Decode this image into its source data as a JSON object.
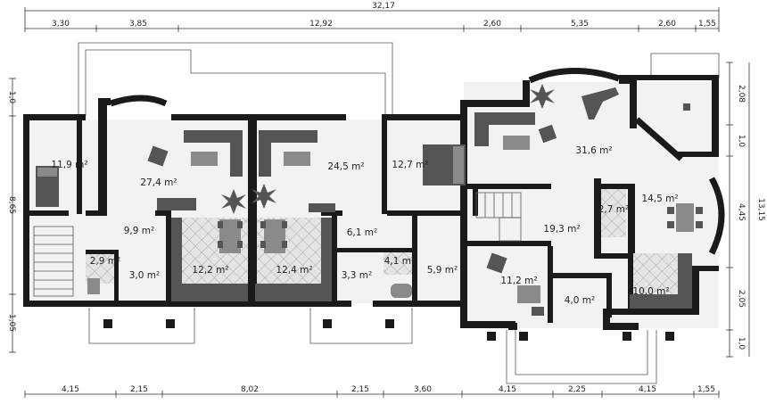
{
  "total_width": "32,17",
  "top_dims": [
    "3,30",
    "3,85",
    "12,92",
    "2,60",
    "5,35",
    "2,60",
    "1,55"
  ],
  "bottom_dims": [
    "4,15",
    "2,15",
    "8,02",
    "2,15",
    "3,60",
    "4,15",
    "2,25",
    "4,15",
    "1,55"
  ],
  "left_dims": [
    "1,0",
    "8,65",
    "1,05"
  ],
  "right_total": "13,15",
  "right_dims": [
    "2,08",
    "1,0",
    "4,45",
    "2,05",
    "1,0"
  ],
  "rooms": [
    {
      "id": "r1",
      "label": "11,9 m²"
    },
    {
      "id": "r2",
      "label": "27,4 m²"
    },
    {
      "id": "r3",
      "label": "24,5 m²"
    },
    {
      "id": "r4",
      "label": "12,7 m²"
    },
    {
      "id": "r5",
      "label": "31,6 m²"
    },
    {
      "id": "r6",
      "label": "14,5 m²"
    },
    {
      "id": "r7",
      "label": "9,9 m²"
    },
    {
      "id": "r8",
      "label": "12,2 m²"
    },
    {
      "id": "r9",
      "label": "12,4 m²"
    },
    {
      "id": "r10",
      "label": "6,1 m²"
    },
    {
      "id": "r11",
      "label": "5,9 m²"
    },
    {
      "id": "r12",
      "label": "19,3 m²"
    },
    {
      "id": "r13",
      "label": "2,7 m²"
    },
    {
      "id": "r14",
      "label": "2,9 m²"
    },
    {
      "id": "r15",
      "label": "3,0 m²"
    },
    {
      "id": "r16",
      "label": "3,3 m²"
    },
    {
      "id": "r17",
      "label": "4,1 m²"
    },
    {
      "id": "r18",
      "label": "11,2 m²"
    },
    {
      "id": "r19",
      "label": "4,0 m²"
    },
    {
      "id": "r20",
      "label": "10,0 m²"
    }
  ]
}
